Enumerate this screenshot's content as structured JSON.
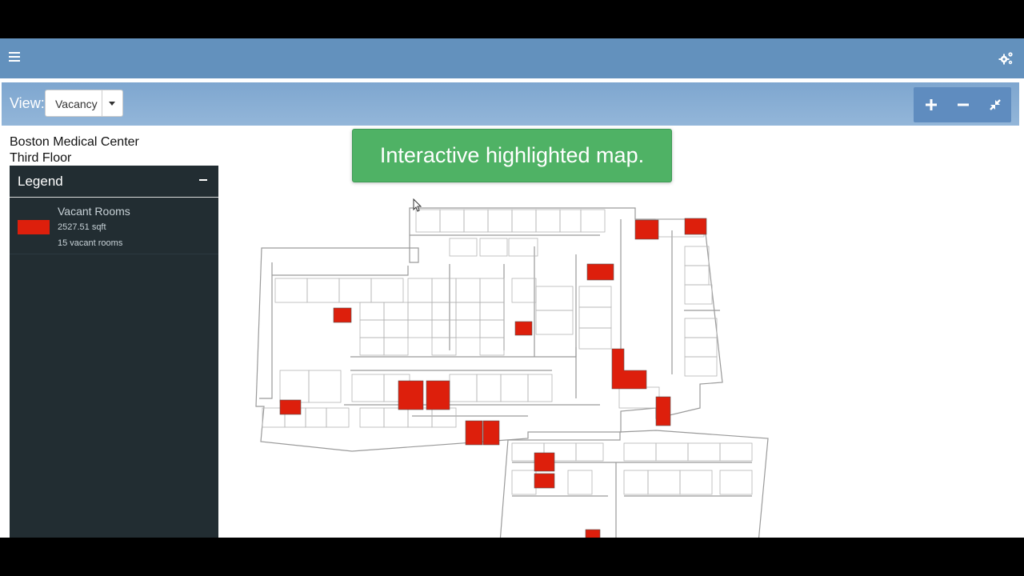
{
  "toolbar": {
    "menu_icon": "hamburger-icon",
    "settings_icon": "gears-icon"
  },
  "viewbar": {
    "label": "View:",
    "selected_view": "Vacancy",
    "controls": [
      "plus-icon",
      "minus-icon",
      "compress-icon"
    ]
  },
  "building": {
    "name": "Boston Medical Center",
    "floor": "Third Floor"
  },
  "legend": {
    "title": "Legend",
    "items": [
      {
        "title": "Vacant Rooms",
        "area": "2527.51 sqft",
        "count": "15 vacant rooms",
        "color": "#dd1f0c"
      }
    ]
  },
  "tooltip": {
    "text": "Interactive highlighted map."
  },
  "colors": {
    "header": "#6391bd",
    "viewbar": "#88aed5",
    "sidebar": "#222d32",
    "vacant": "#dd1f0c",
    "tooltip": "#4fb265"
  }
}
